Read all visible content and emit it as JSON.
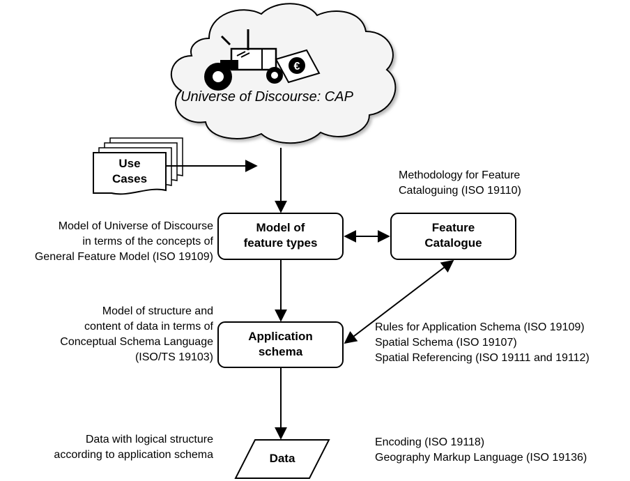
{
  "cloud": {
    "title": "Universe of Discourse: CAP",
    "euro_symbol": "€"
  },
  "use_cases": {
    "lines": [
      "Use",
      "Cases"
    ]
  },
  "methodology_note": {
    "lines": [
      "Methodology for Feature",
      "Cataloguing (ISO 19110)"
    ]
  },
  "model_note": {
    "lines": [
      "Model of Universe of Discourse",
      "in terms of the concepts of",
      "General Feature Model (ISO 19109)"
    ]
  },
  "model_box": {
    "lines": [
      "Model of",
      "feature types"
    ]
  },
  "catalogue_box": {
    "lines": [
      "Feature",
      "Catalogue"
    ]
  },
  "structure_note": {
    "lines": [
      "Model of structure and",
      "content of data in terms of",
      "Conceptual Schema Language",
      "(ISO/TS 19103)"
    ]
  },
  "schema_box": {
    "lines": [
      "Application",
      "schema"
    ]
  },
  "rules_note": {
    "lines": [
      "Rules for Application Schema (ISO 19109)",
      "Spatial Schema (ISO 19107)",
      "Spatial Referencing (ISO 19111 and 19112)"
    ]
  },
  "data_note": {
    "lines": [
      "Data with logical structure",
      "according to application schema"
    ]
  },
  "data_box": {
    "label": "Data"
  },
  "encoding_note": {
    "lines": [
      "Encoding (ISO 19118)",
      "Geography Markup Language (ISO 19136)"
    ]
  }
}
